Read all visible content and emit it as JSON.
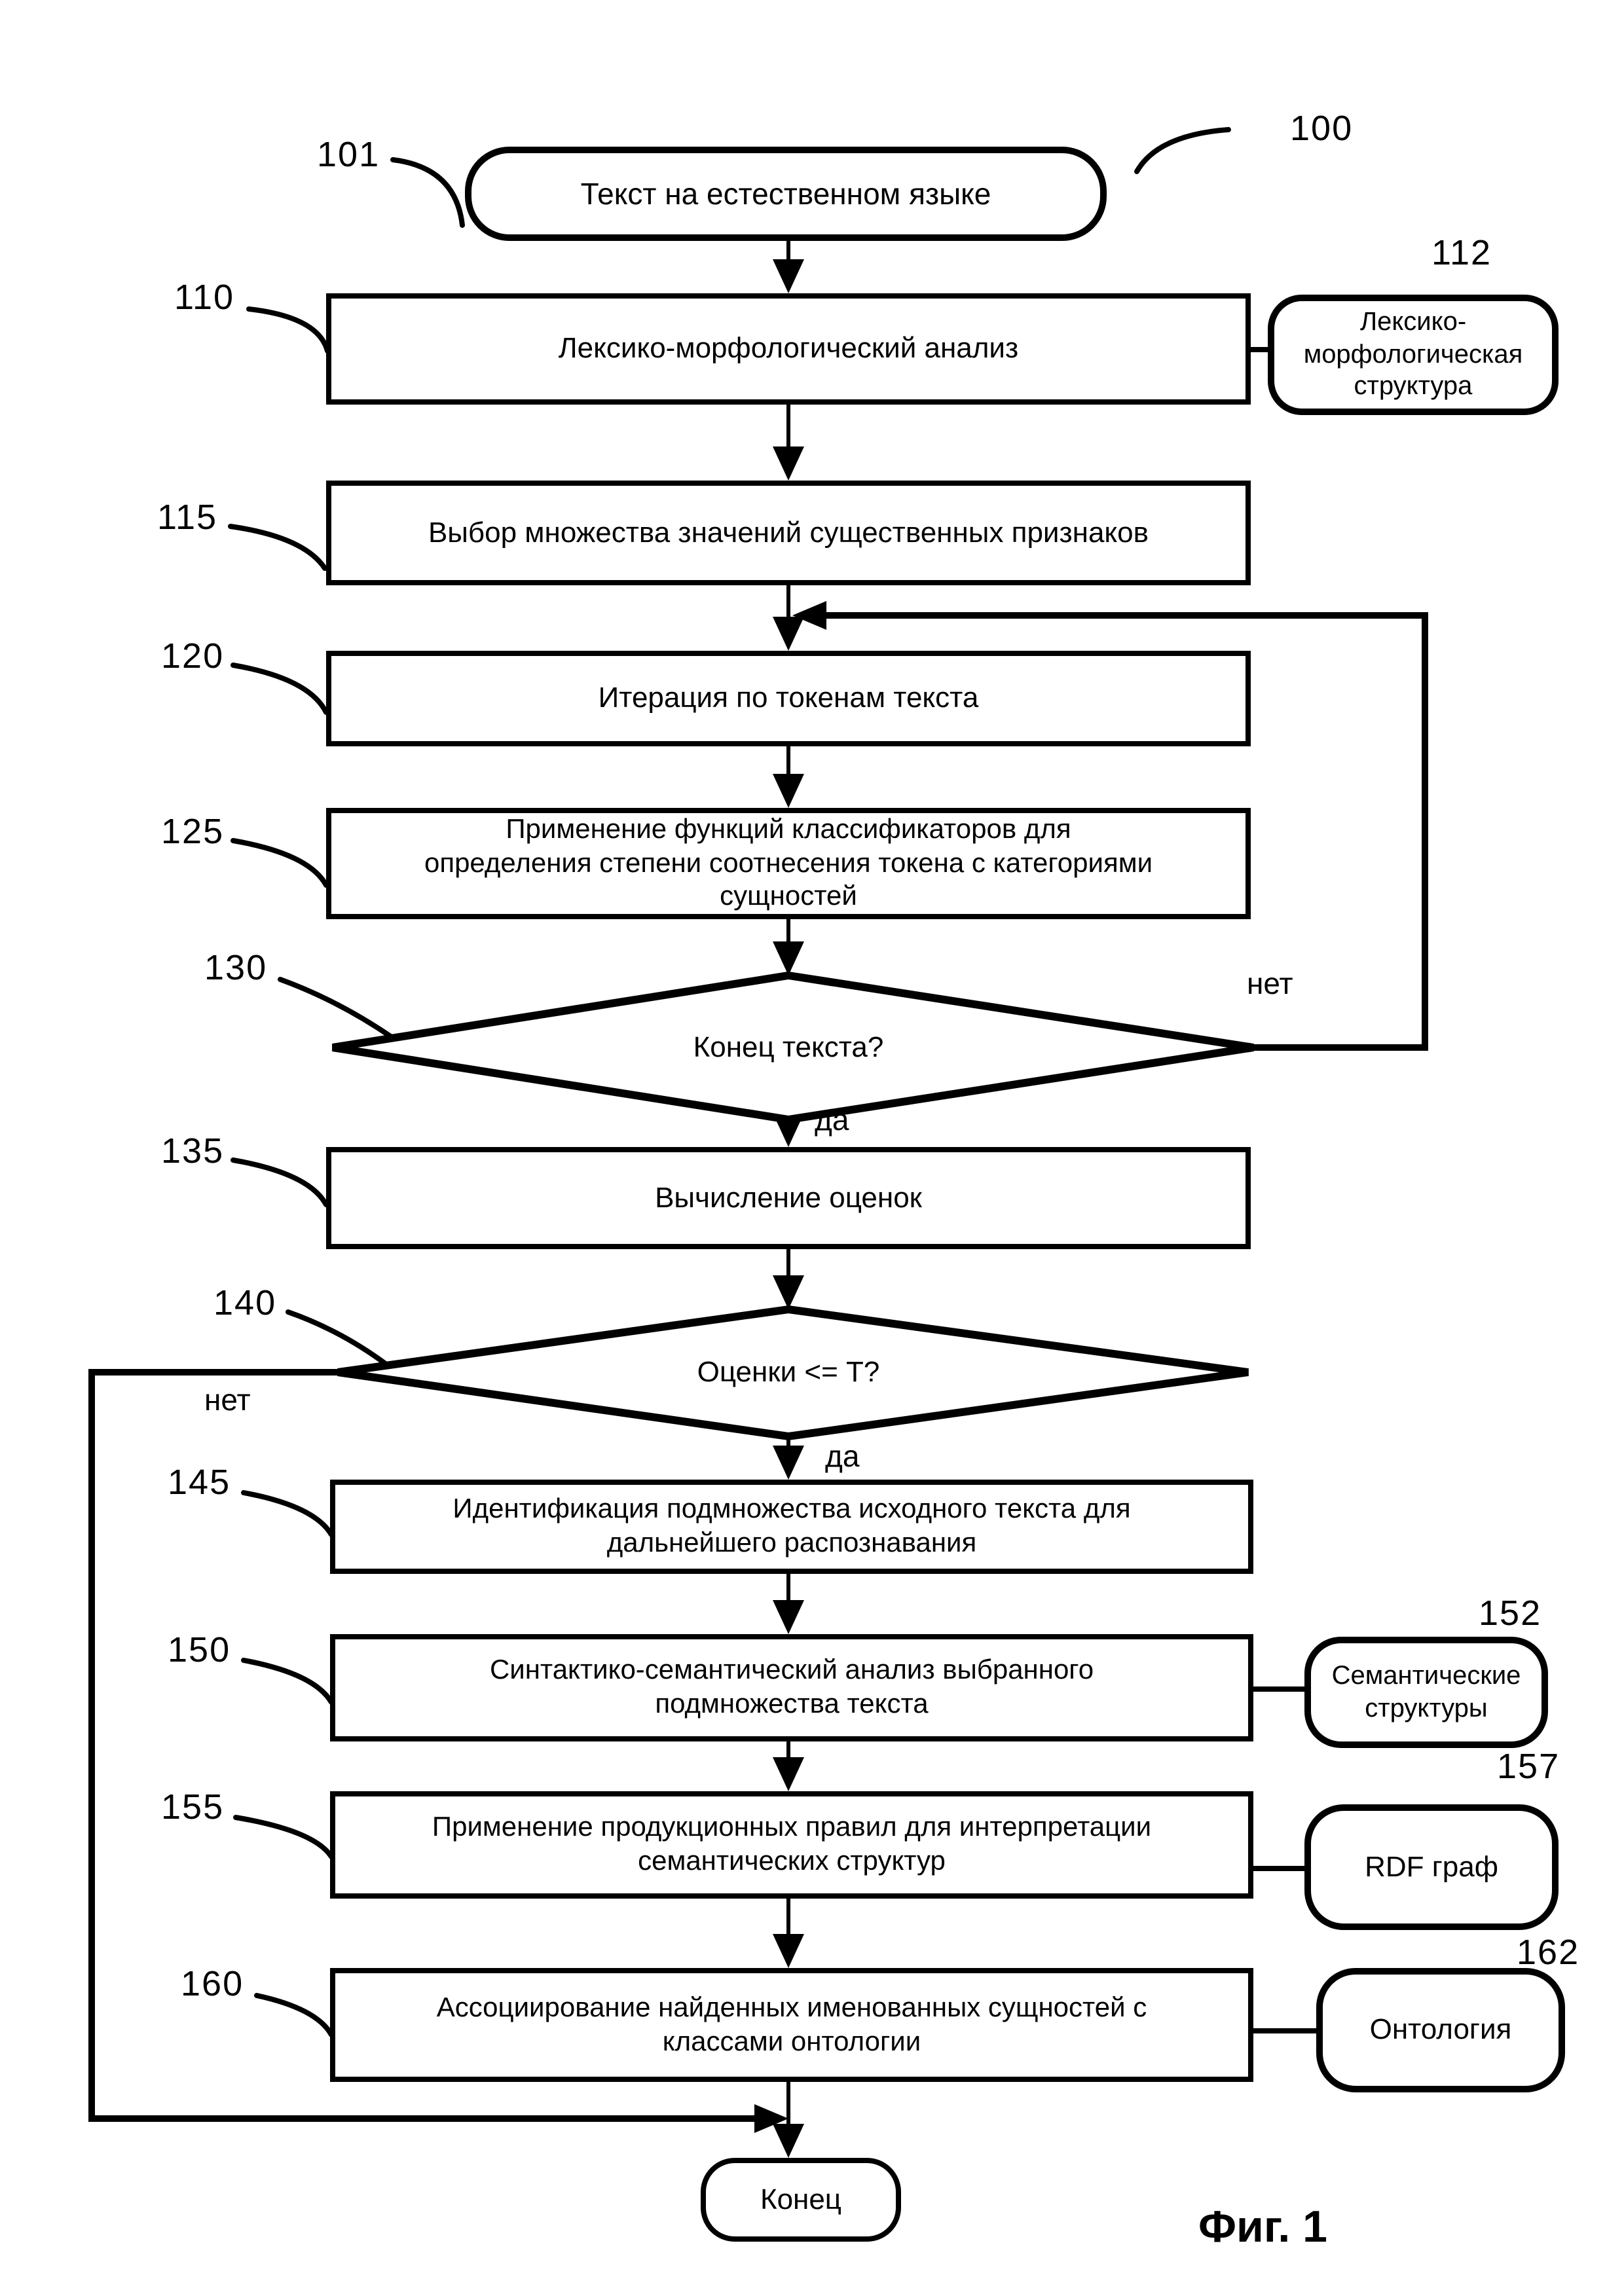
{
  "figure": {
    "caption": "Фиг. 1",
    "diagram_ref": "100"
  },
  "nodes": {
    "start": {
      "ref": "101",
      "label": "Текст на естественном языке"
    },
    "lex_morph_analysis": {
      "ref": "110",
      "label": "Лексико-морфологический анализ"
    },
    "lex_morph_structure": {
      "ref": "112",
      "lines": [
        "Лексико-",
        "морфологическая",
        "структура"
      ]
    },
    "feature_selection": {
      "ref": "115",
      "label": "Выбор множества значений существенных признаков"
    },
    "token_iteration": {
      "ref": "120",
      "label": "Итерация по токенам текста"
    },
    "classifier_application": {
      "ref": "125",
      "lines": [
        "Применение функций классификаторов для",
        "определения степени соотнесения токена с категориями",
        "сущностей"
      ]
    },
    "end_of_text_decision": {
      "ref": "130",
      "label": "Конец текста?",
      "yes_label": "да",
      "no_label": "нет"
    },
    "score_computation": {
      "ref": "135",
      "label": "Вычисление оценок"
    },
    "score_decision": {
      "ref": "140",
      "label": "Оценки <= Т?",
      "yes_label": "да",
      "no_label": "нет"
    },
    "subset_identification": {
      "ref": "145",
      "lines": [
        "Идентификация подмножества исходного текста для",
        "дальнейшего распознавания"
      ]
    },
    "syntactic_semantic_analysis": {
      "ref": "150",
      "lines": [
        "Синтактико-семантический анализ выбранного",
        "подмножества текста"
      ]
    },
    "semantic_structures": {
      "ref": "152",
      "lines": [
        "Семантические",
        "структуры"
      ]
    },
    "production_rules": {
      "ref": "155",
      "lines": [
        "Применение продукционных правил для интерпретации",
        "семантических структур"
      ]
    },
    "rdf_graph": {
      "ref": "157",
      "label": "RDF граф"
    },
    "entity_association": {
      "ref": "160",
      "lines": [
        "Ассоциирование найденных именованных сущностей с",
        "классами онтологии"
      ]
    },
    "ontology": {
      "ref": "162",
      "label": "Онтология"
    },
    "end": {
      "label": "Конец"
    }
  }
}
